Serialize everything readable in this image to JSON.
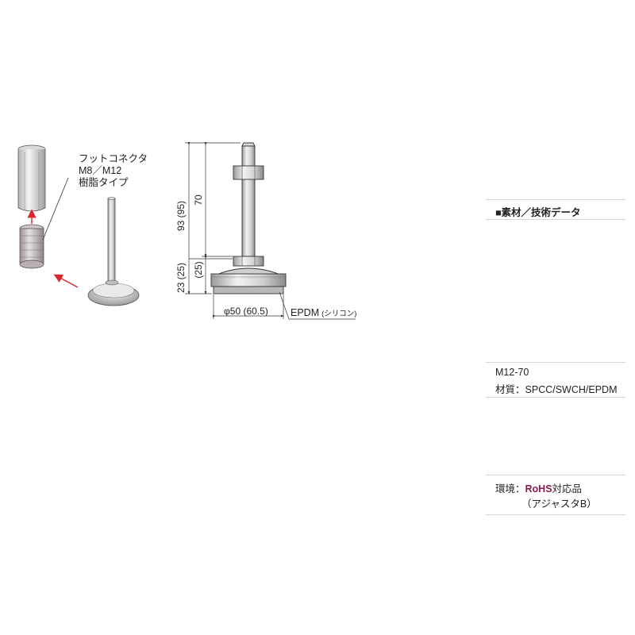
{
  "callout": {
    "line1": "フットコネクタ",
    "line2": "M8／M12",
    "line3": "樹脂タイプ"
  },
  "dimensions": {
    "overall_height": "93 (95)",
    "stem_length": "70",
    "upper_base": "(25)",
    "base_height": "23 (25)",
    "diameter": "φ50 (60.5)",
    "pad_material_main": "EPDM",
    "pad_material_alt": "(シリコン)"
  },
  "specs": {
    "heading": "■素材／技術データ",
    "model": "M12-70",
    "material_label": "材質：",
    "material_value": "SPCC/SWCH/EPDM",
    "env_label": "環境：",
    "env_rohs": "RoHS",
    "env_suffix": "対応品",
    "env_note": "（アジャスタB）"
  },
  "colors": {
    "line": "#333333",
    "arrow": "#d6262e",
    "rohs": "#8b1a4f",
    "rule": "#d6d6d6",
    "metal_light": "#ececec",
    "metal_mid": "#c9c9c9",
    "metal_dark": "#8e8e8e"
  }
}
